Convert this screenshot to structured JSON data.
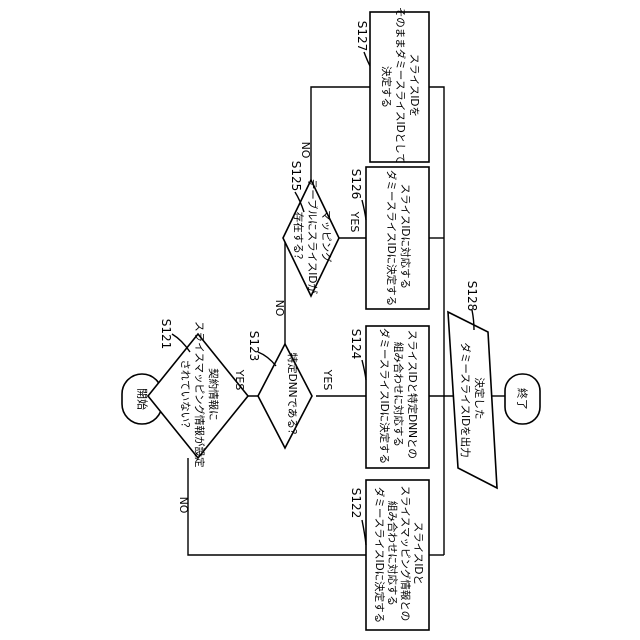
{
  "start": "開始",
  "end": "終了",
  "d121": {
    "step": "S121",
    "lines": [
      "契約情報に",
      "スライスマッピング情報が設定",
      "されていない？"
    ]
  },
  "d123": {
    "step": "S123",
    "lines": [
      "特定DNNである？"
    ]
  },
  "d125": {
    "step": "S125",
    "lines": [
      "マッピング",
      "テーブルにスライスIDが",
      "存在する？"
    ]
  },
  "b122": {
    "step": "S122",
    "lines": [
      "スライスIDと",
      "スライスマッピング情報との",
      "組み合わせに対応する",
      "ダミースライスIDに決定する"
    ]
  },
  "b124": {
    "step": "S124",
    "lines": [
      "スライスIDと特定DNNとの",
      "組み合わせに対応する",
      "ダミースライスIDに決定する"
    ]
  },
  "b126": {
    "step": "S126",
    "lines": [
      "スライスIDに対応する",
      "ダミースライスIDに決定する"
    ]
  },
  "b127": {
    "step": "S127",
    "lines": [
      "スライスIDを",
      "そのままダミースライスIDとして",
      "決定する"
    ]
  },
  "p128": {
    "step": "S128",
    "lines": [
      "決定した",
      "ダミースライスIDを出力"
    ]
  },
  "yes": "YES",
  "no": "NO"
}
